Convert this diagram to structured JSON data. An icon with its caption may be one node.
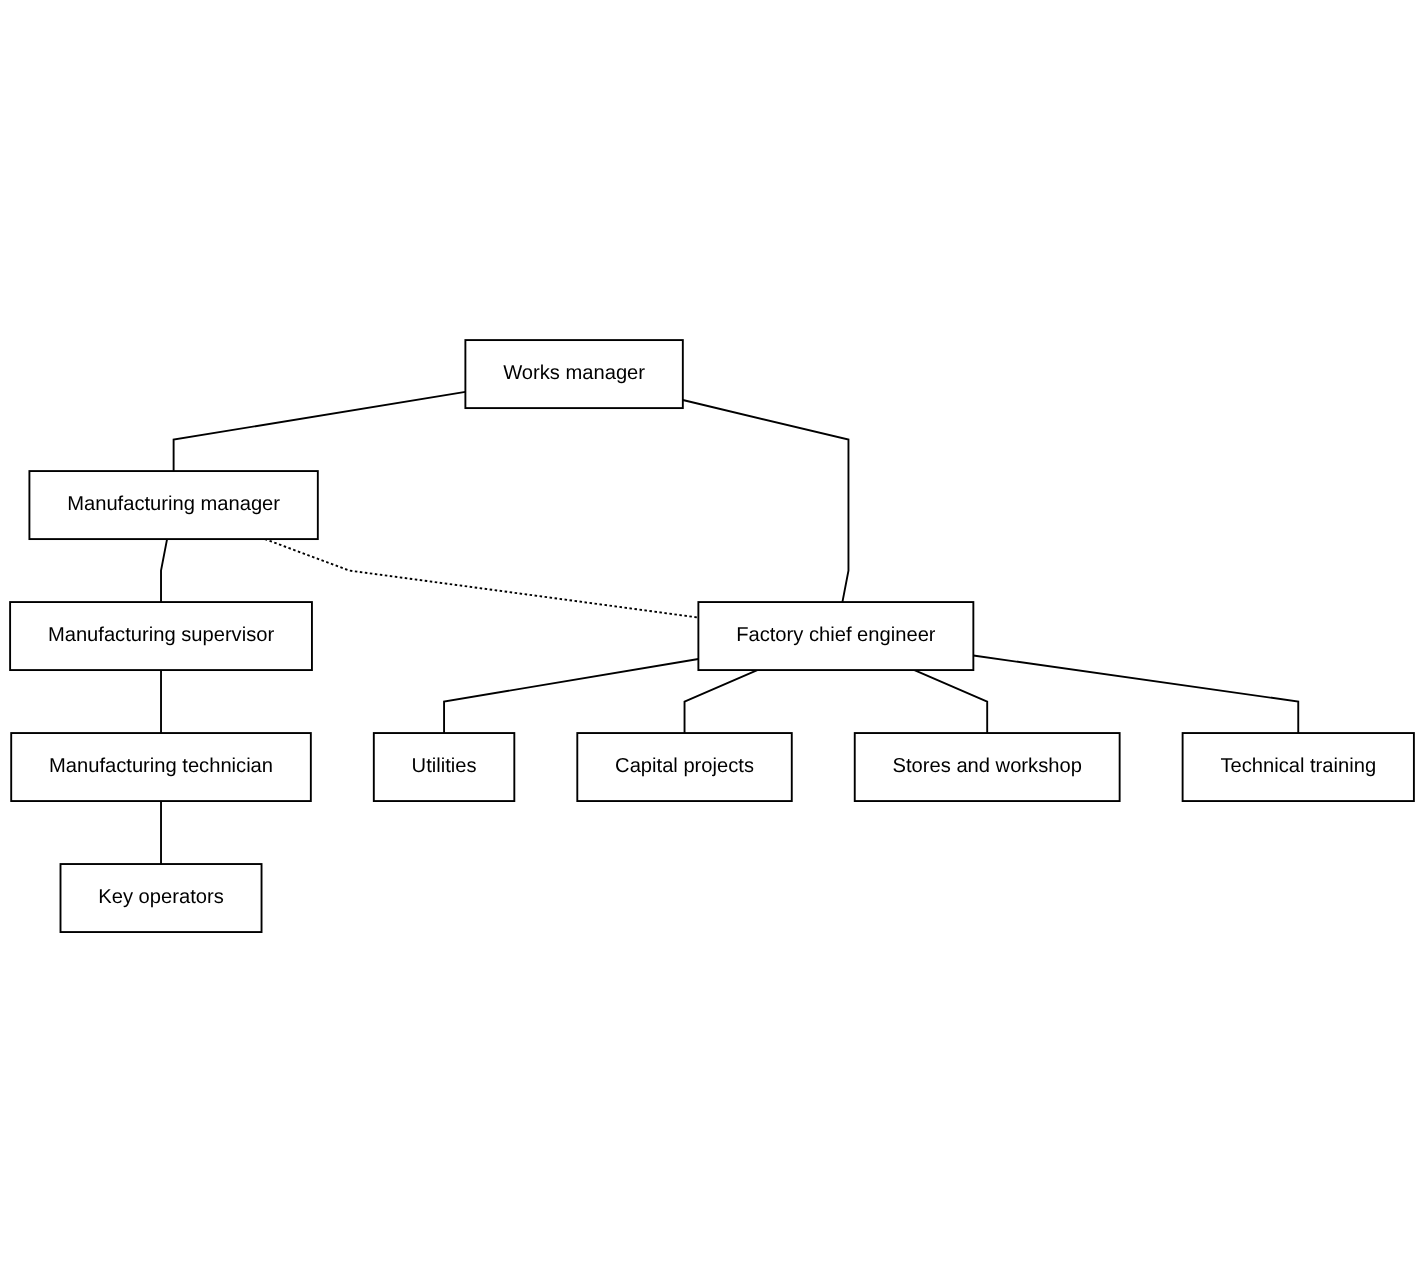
{
  "diagram": {
    "nodes": [
      {
        "text": [
          "Works manager"
        ]
      },
      {
        "text": [
          "Manufacturing manager"
        ]
      },
      {
        "text": [
          "Factory chief engineer"
        ]
      },
      {
        "text": [
          "Manufacturing supervisor"
        ]
      },
      {
        "text": [
          "Manufacturing technician"
        ]
      },
      {
        "text": [
          "Key operators"
        ]
      },
      {
        "text": [
          "Utilities"
        ]
      },
      {
        "text": [
          "Capital projects"
        ]
      },
      {
        "text": [
          "Stores and workshop"
        ]
      },
      {
        "text": [
          "Technical training"
        ]
      }
    ],
    "edges": [
      {
        "from": 0,
        "to": 1,
        "arrow": "none"
      },
      {
        "from": 0,
        "to": 2,
        "arrow": "none"
      },
      {
        "from": 1,
        "to": 2,
        "arrow": "none",
        "style": "dashed"
      },
      {
        "from": 1,
        "to": 3,
        "arrow": "none"
      },
      {
        "from": 3,
        "to": 4,
        "arrow": "none"
      },
      {
        "from": 4,
        "to": 5,
        "arrow": "none"
      },
      {
        "from": 2,
        "to": 6,
        "arrow": "none"
      },
      {
        "from": 2,
        "to": 7,
        "arrow": "none"
      },
      {
        "from": 2,
        "to": 8,
        "arrow": "none"
      },
      {
        "from": 2,
        "to": 9,
        "arrow": "none"
      }
    ]
  }
}
